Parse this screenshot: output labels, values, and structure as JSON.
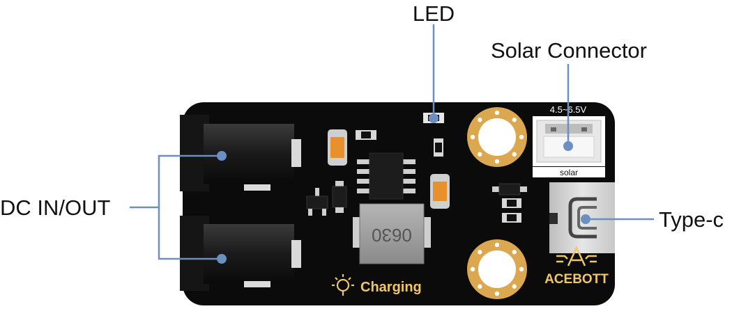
{
  "labels": {
    "led": "LED",
    "solar_connector": "Solar Connector",
    "dc_in_out": "DC IN/OUT",
    "type_c": "Type-c"
  },
  "board": {
    "voltage": "4.5~6.5V",
    "solar": "solar",
    "charging": "Charging",
    "brand": "ACEBOTT",
    "inductor": "0630"
  },
  "colors": {
    "board": "#0b0b0b",
    "leader": "#6b8fc0",
    "gold": "#f0c66a"
  }
}
